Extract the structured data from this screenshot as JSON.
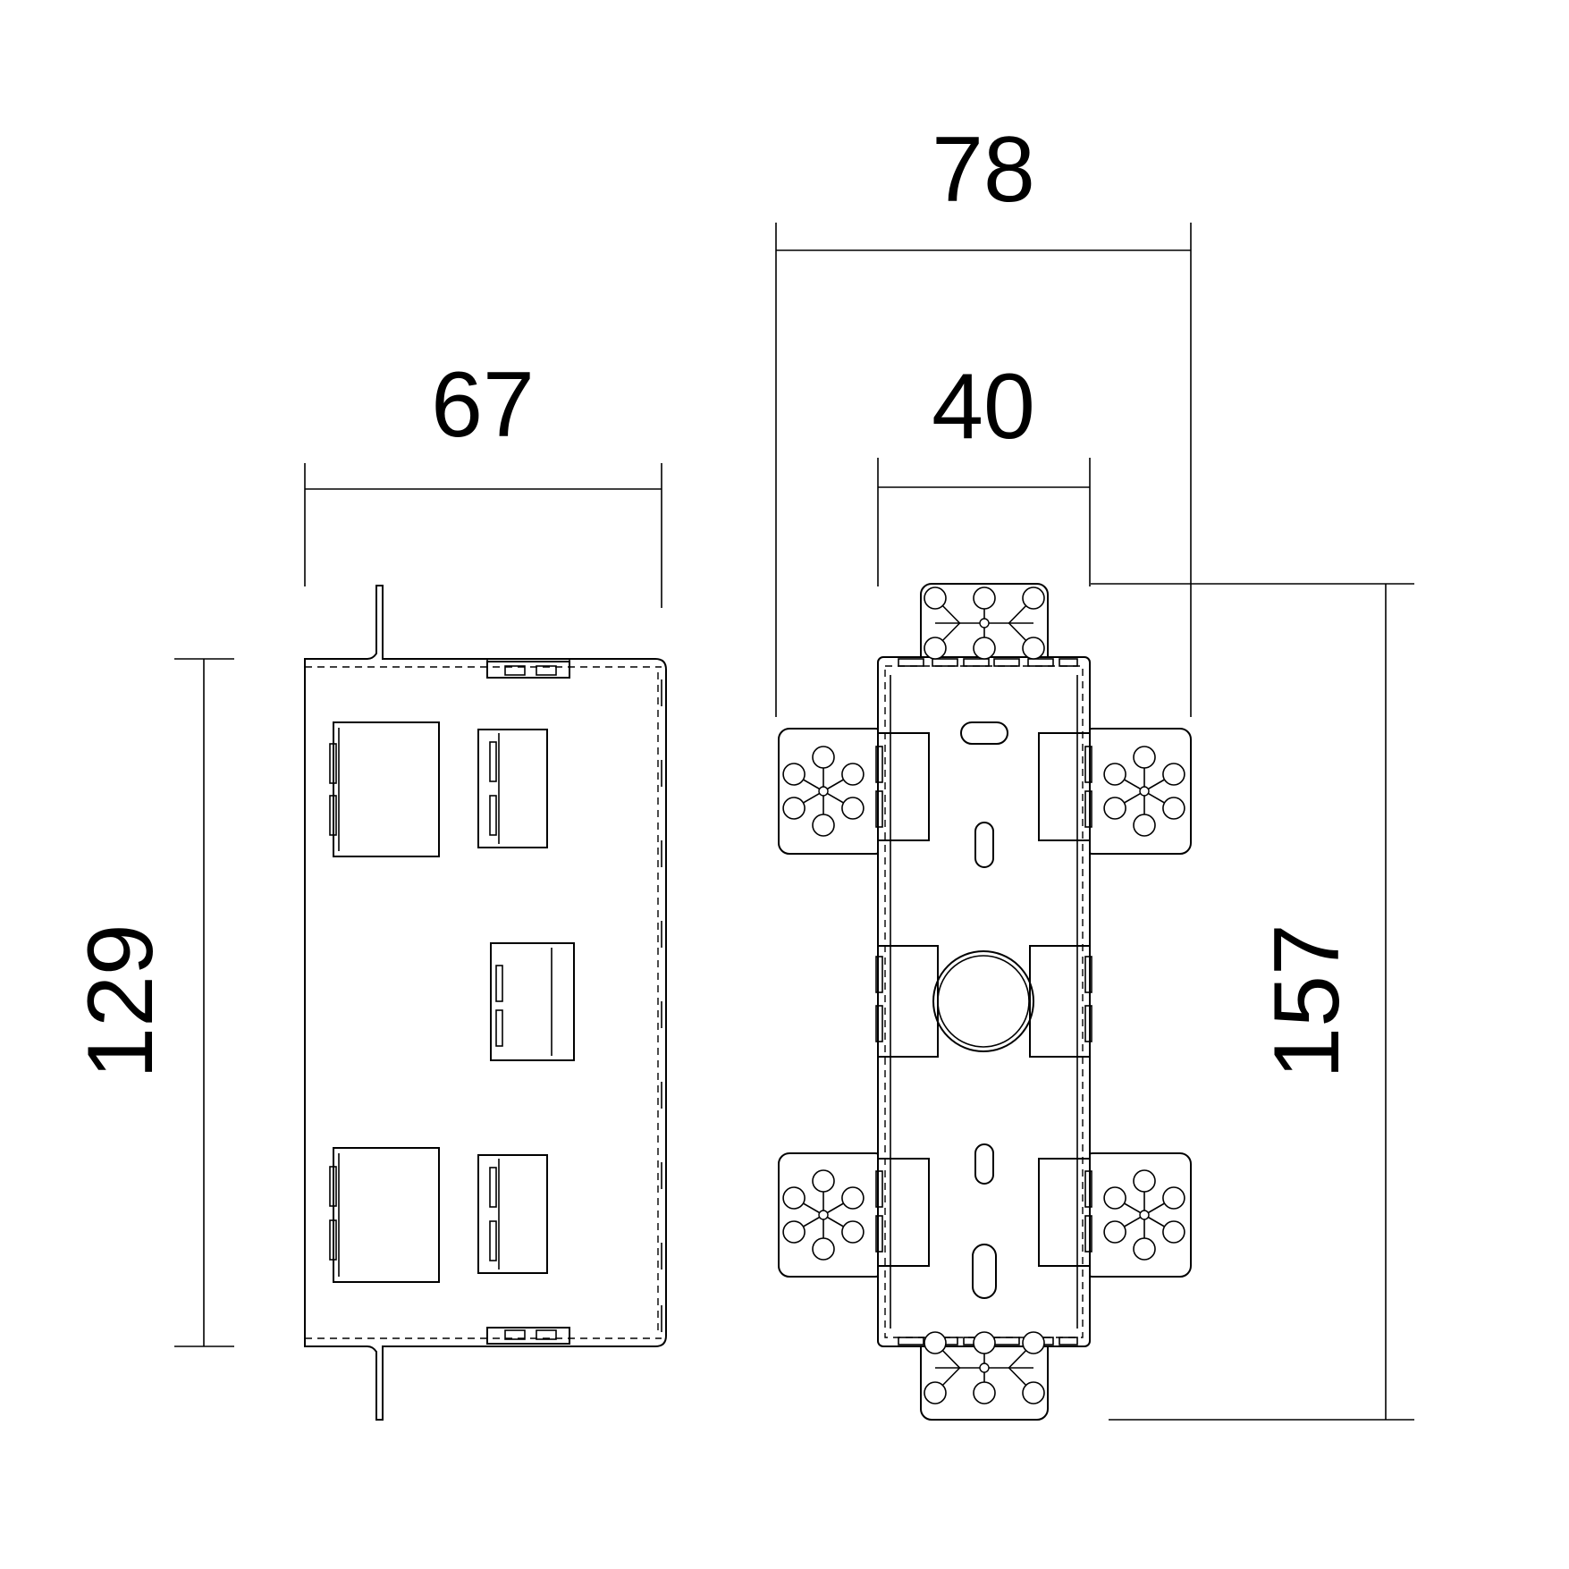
{
  "drawing": {
    "dimensions": {
      "width_left": "67",
      "width_right_outer": "78",
      "width_right_inner": "40",
      "height_left": "129",
      "height_right": "157"
    }
  }
}
